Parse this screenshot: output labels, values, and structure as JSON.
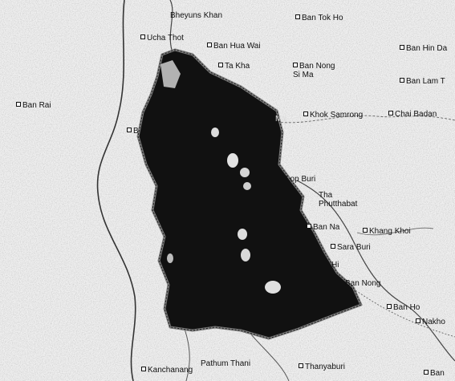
{
  "colors": {
    "background": "#efefef",
    "region_fill": "#111111",
    "region_outline": "#666666",
    "road": "#555555",
    "boundary": "#222222",
    "speckle": "#9a9a9a"
  },
  "places": [
    {
      "id": "bheyuns-khan",
      "name": "Bheyuns Khan",
      "marker": false
    },
    {
      "id": "ban-tok-ho",
      "name": "Ban Tok Ho",
      "marker": true
    },
    {
      "id": "ucha-thot",
      "name": "Ucha Thot",
      "marker": true
    },
    {
      "id": "ban-hua-wai",
      "name": "Ban Hua Wai",
      "marker": true
    },
    {
      "id": "ban-hin-da",
      "name": "Ban Hin Da",
      "marker": true
    },
    {
      "id": "ban-nong-si-ma",
      "name": "Ban Nong\nSi Ma",
      "marker": true
    },
    {
      "id": "ta-kha",
      "name": "Ta Kha",
      "marker": true
    },
    {
      "id": "ban-lam-t",
      "name": "Ban Lam T",
      "marker": true
    },
    {
      "id": "ban-rai",
      "name": "Ban Rai",
      "marker": true
    },
    {
      "id": "khok-samrong",
      "name": "Khok Samrong",
      "marker": true
    },
    {
      "id": "chai-badan",
      "name": "Chai Badan",
      "marker": true
    },
    {
      "id": "b-west",
      "name": "B",
      "marker": true
    },
    {
      "id": "lop-buri",
      "name": "Lop Buri",
      "marker": false
    },
    {
      "id": "tha-phutthabat",
      "name": "Tha\nPhutthabat",
      "marker": false
    },
    {
      "id": "ban-na",
      "name": "Ban Na",
      "marker": true
    },
    {
      "id": "khang-khoi",
      "name": "Khang Khoi",
      "marker": true
    },
    {
      "id": "sara-buri",
      "name": "Sara Buri",
      "marker": true
    },
    {
      "id": "hi",
      "name": "Hi",
      "marker": false
    },
    {
      "id": "ban-nong-south",
      "name": "Ban Nong",
      "marker": false
    },
    {
      "id": "ban-ho",
      "name": "Ban Ho",
      "marker": true
    },
    {
      "id": "nakhon",
      "name": "Nakho",
      "marker": true
    },
    {
      "id": "pathum-thani",
      "name": "Pathum Thani",
      "marker": false
    },
    {
      "id": "thanyaburi",
      "name": "Thanyaburi",
      "marker": true
    },
    {
      "id": "kanchanaburi",
      "name": "Kanchanang",
      "marker": true
    },
    {
      "id": "ban-se",
      "name": "Ban",
      "marker": true
    },
    {
      "id": "ma",
      "name": "Ma",
      "marker": false
    }
  ]
}
